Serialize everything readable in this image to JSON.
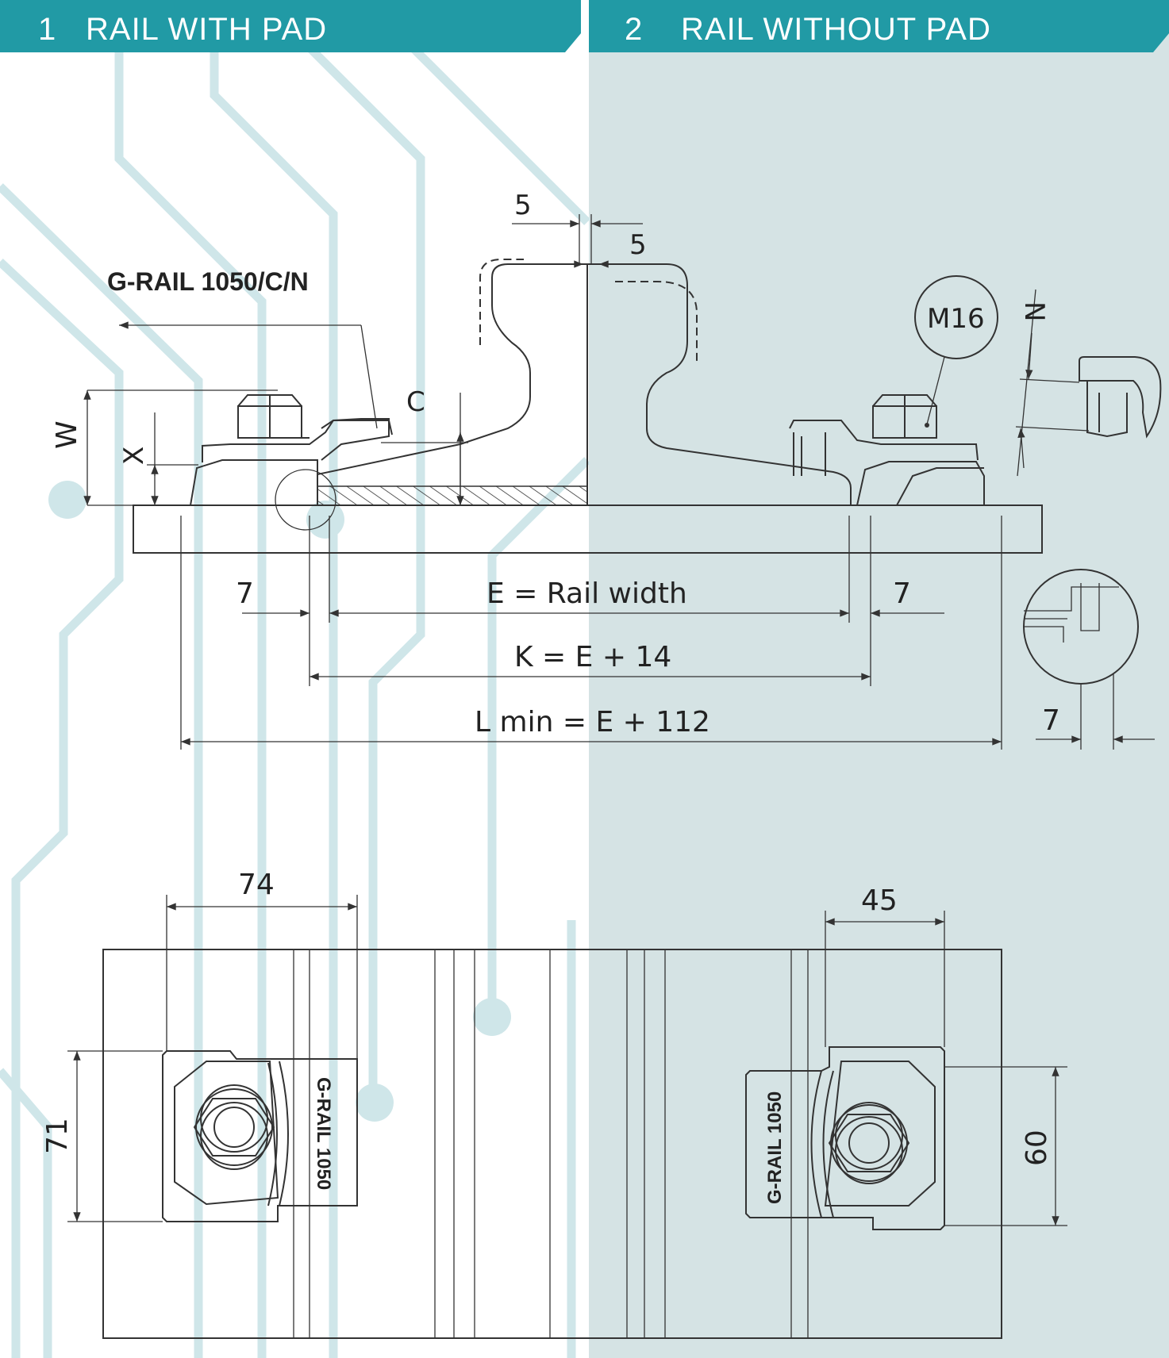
{
  "header": {
    "panel1": {
      "number": "1",
      "title": "RAIL WITH PAD"
    },
    "panel2": {
      "number": "2",
      "title": "RAIL WITHOUT PAD"
    }
  },
  "colors": {
    "header_bg": "#219aa5",
    "right_bg": "#d5e3e4",
    "deco": "#cfe6e9",
    "line": "#333333"
  },
  "labels": {
    "product_name": "G-RAIL 1050/C/N",
    "bolt": "M16",
    "dim_w": "W",
    "dim_x": "X",
    "dim_c": "C",
    "dim_n": "N",
    "dim_5_top": "5",
    "dim_5_bottom": "5",
    "dim_7_left": "7",
    "dim_7_right": "7",
    "dim_7_detail": "7",
    "dim_e": "E = Rail width",
    "dim_k": "K = E + 14",
    "dim_l": "L min = E + 112",
    "dim_74": "74",
    "dim_71": "71",
    "dim_45": "45",
    "dim_60": "60",
    "clip_left_text": "G-RAIL 1050",
    "clip_right_text": "G-RAIL 1050"
  }
}
